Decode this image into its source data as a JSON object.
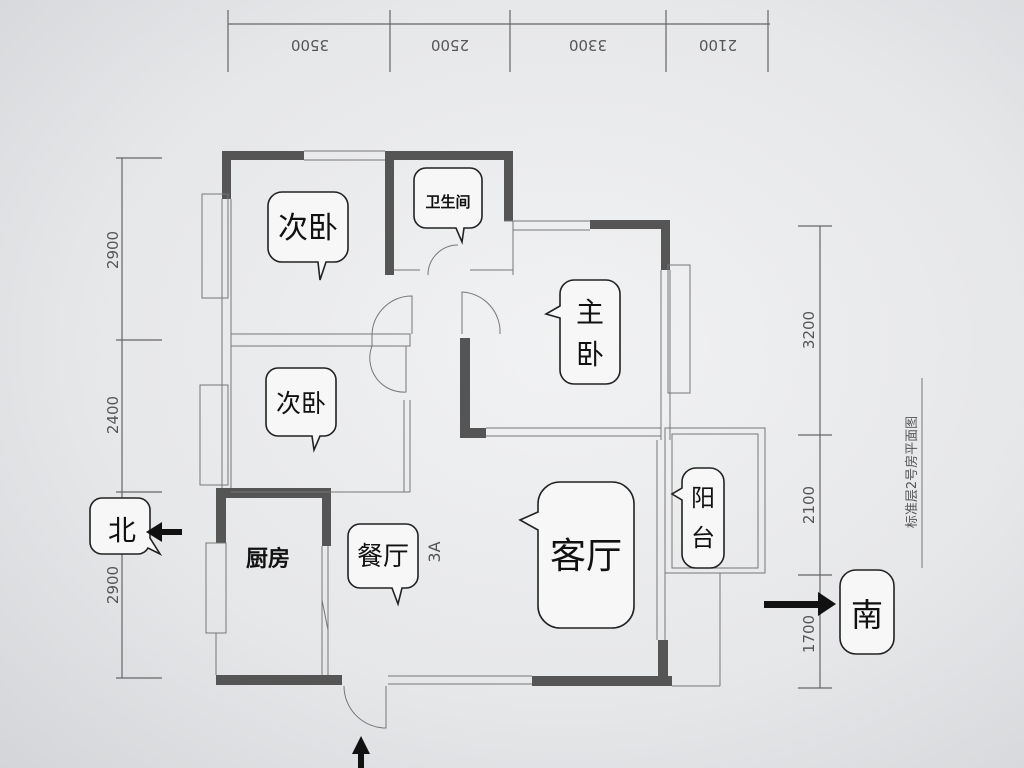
{
  "plan_title": "标准层2号房平面图",
  "unit_label": "3A",
  "dimensions": {
    "top": [
      "3500",
      "2500",
      "3300",
      "2100"
    ],
    "left": [
      "2900",
      "2400",
      "2900"
    ],
    "right": [
      "3200",
      "2100",
      "1700"
    ]
  },
  "rooms": {
    "bedroom_top": "次卧",
    "bathroom": "卫生间",
    "master_bedroom_line1": "主",
    "master_bedroom_line2": "卧",
    "bedroom_middle": "次卧",
    "kitchen": "厨房",
    "dining_room": "餐厅",
    "living_room": "客厅",
    "balcony_line1": "阳",
    "balcony_line2": "台"
  },
  "directions": {
    "north": "北",
    "south": "南"
  }
}
